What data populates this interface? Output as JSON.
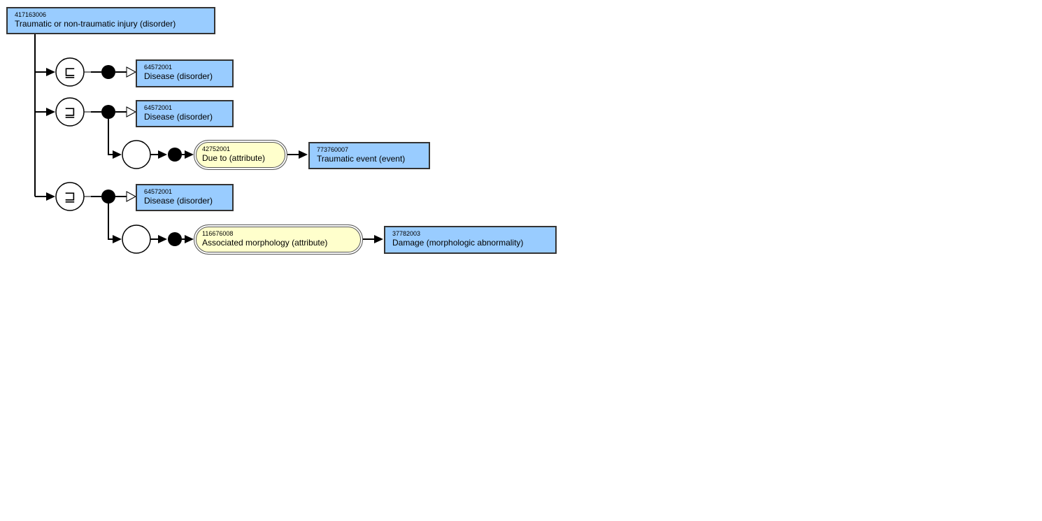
{
  "focus_concept": {
    "sctid": "417163006",
    "term": "Traumatic or non-traumatic injury (disorder)",
    "color": "#99ccff"
  },
  "groups": [
    {
      "operator_symbol": "⊑",
      "operator_icon": "subsumed-by-icon",
      "parent": {
        "sctid": "64572001",
        "term": "Disease (disorder)"
      },
      "relationships": []
    },
    {
      "operator_symbol": "⊒",
      "operator_icon": "subsumes-icon",
      "parent": {
        "sctid": "64572001",
        "term": "Disease (disorder)"
      },
      "relationships": [
        {
          "attribute": {
            "sctid": "42752001",
            "term": "Due to (attribute)"
          },
          "value": {
            "sctid": "773760007",
            "term": "Traumatic event (event)"
          }
        }
      ]
    },
    {
      "operator_symbol": "⊒",
      "operator_icon": "subsumes-icon",
      "parent": {
        "sctid": "64572001",
        "term": "Disease (disorder)"
      },
      "relationships": [
        {
          "attribute": {
            "sctid": "116676008",
            "term": "Associated morphology (attribute)"
          },
          "value": {
            "sctid": "37782003",
            "term": "Damage (morphologic abnormality)"
          }
        }
      ]
    }
  ],
  "colors": {
    "concept_fill": "#99ccff",
    "attribute_fill": "#ffffcc",
    "border": "#333333"
  }
}
